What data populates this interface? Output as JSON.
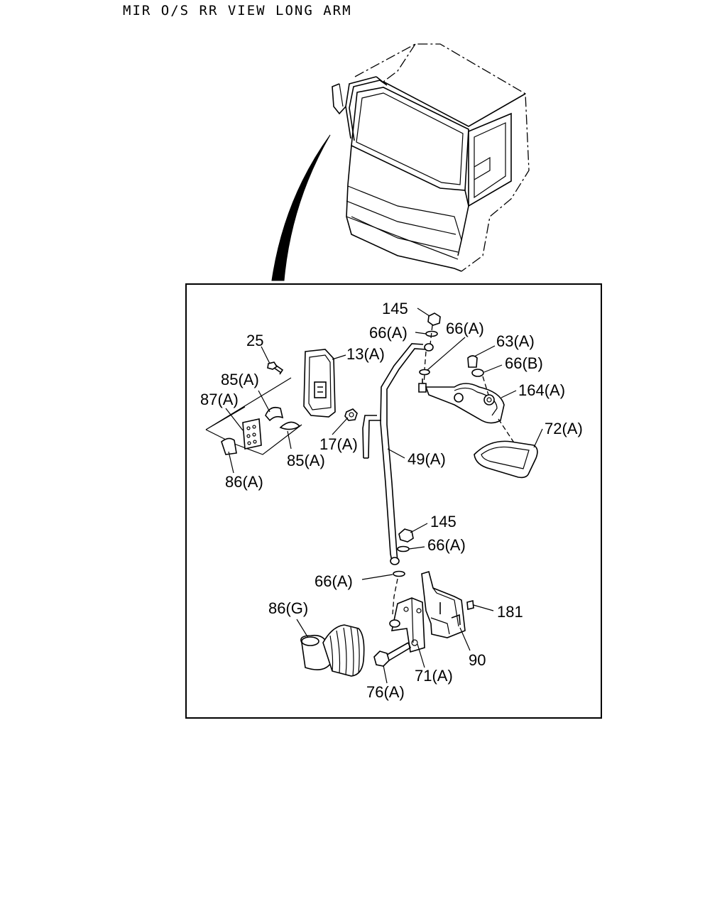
{
  "title": "MIR O/S RR VIEW LONG ARM",
  "callouts": {
    "p145_top": "145",
    "p66a_1": "66(A)",
    "p66a_2": "66(A)",
    "p63a": "63(A)",
    "p66b": "66(B)",
    "p164a": "164(A)",
    "p72a": "72(A)",
    "p25": "25",
    "p13a": "13(A)",
    "p85a_1": "85(A)",
    "p87a": "87(A)",
    "p17a": "17(A)",
    "p85a_2": "85(A)",
    "p49a": "49(A)",
    "p86a": "86(A)",
    "p145_mid": "145",
    "p66a_3": "66(A)",
    "p66a_4": "66(A)",
    "p86g": "86(G)",
    "p181": "181",
    "p90": "90",
    "p71a": "71(A)",
    "p76a": "76(A)"
  }
}
